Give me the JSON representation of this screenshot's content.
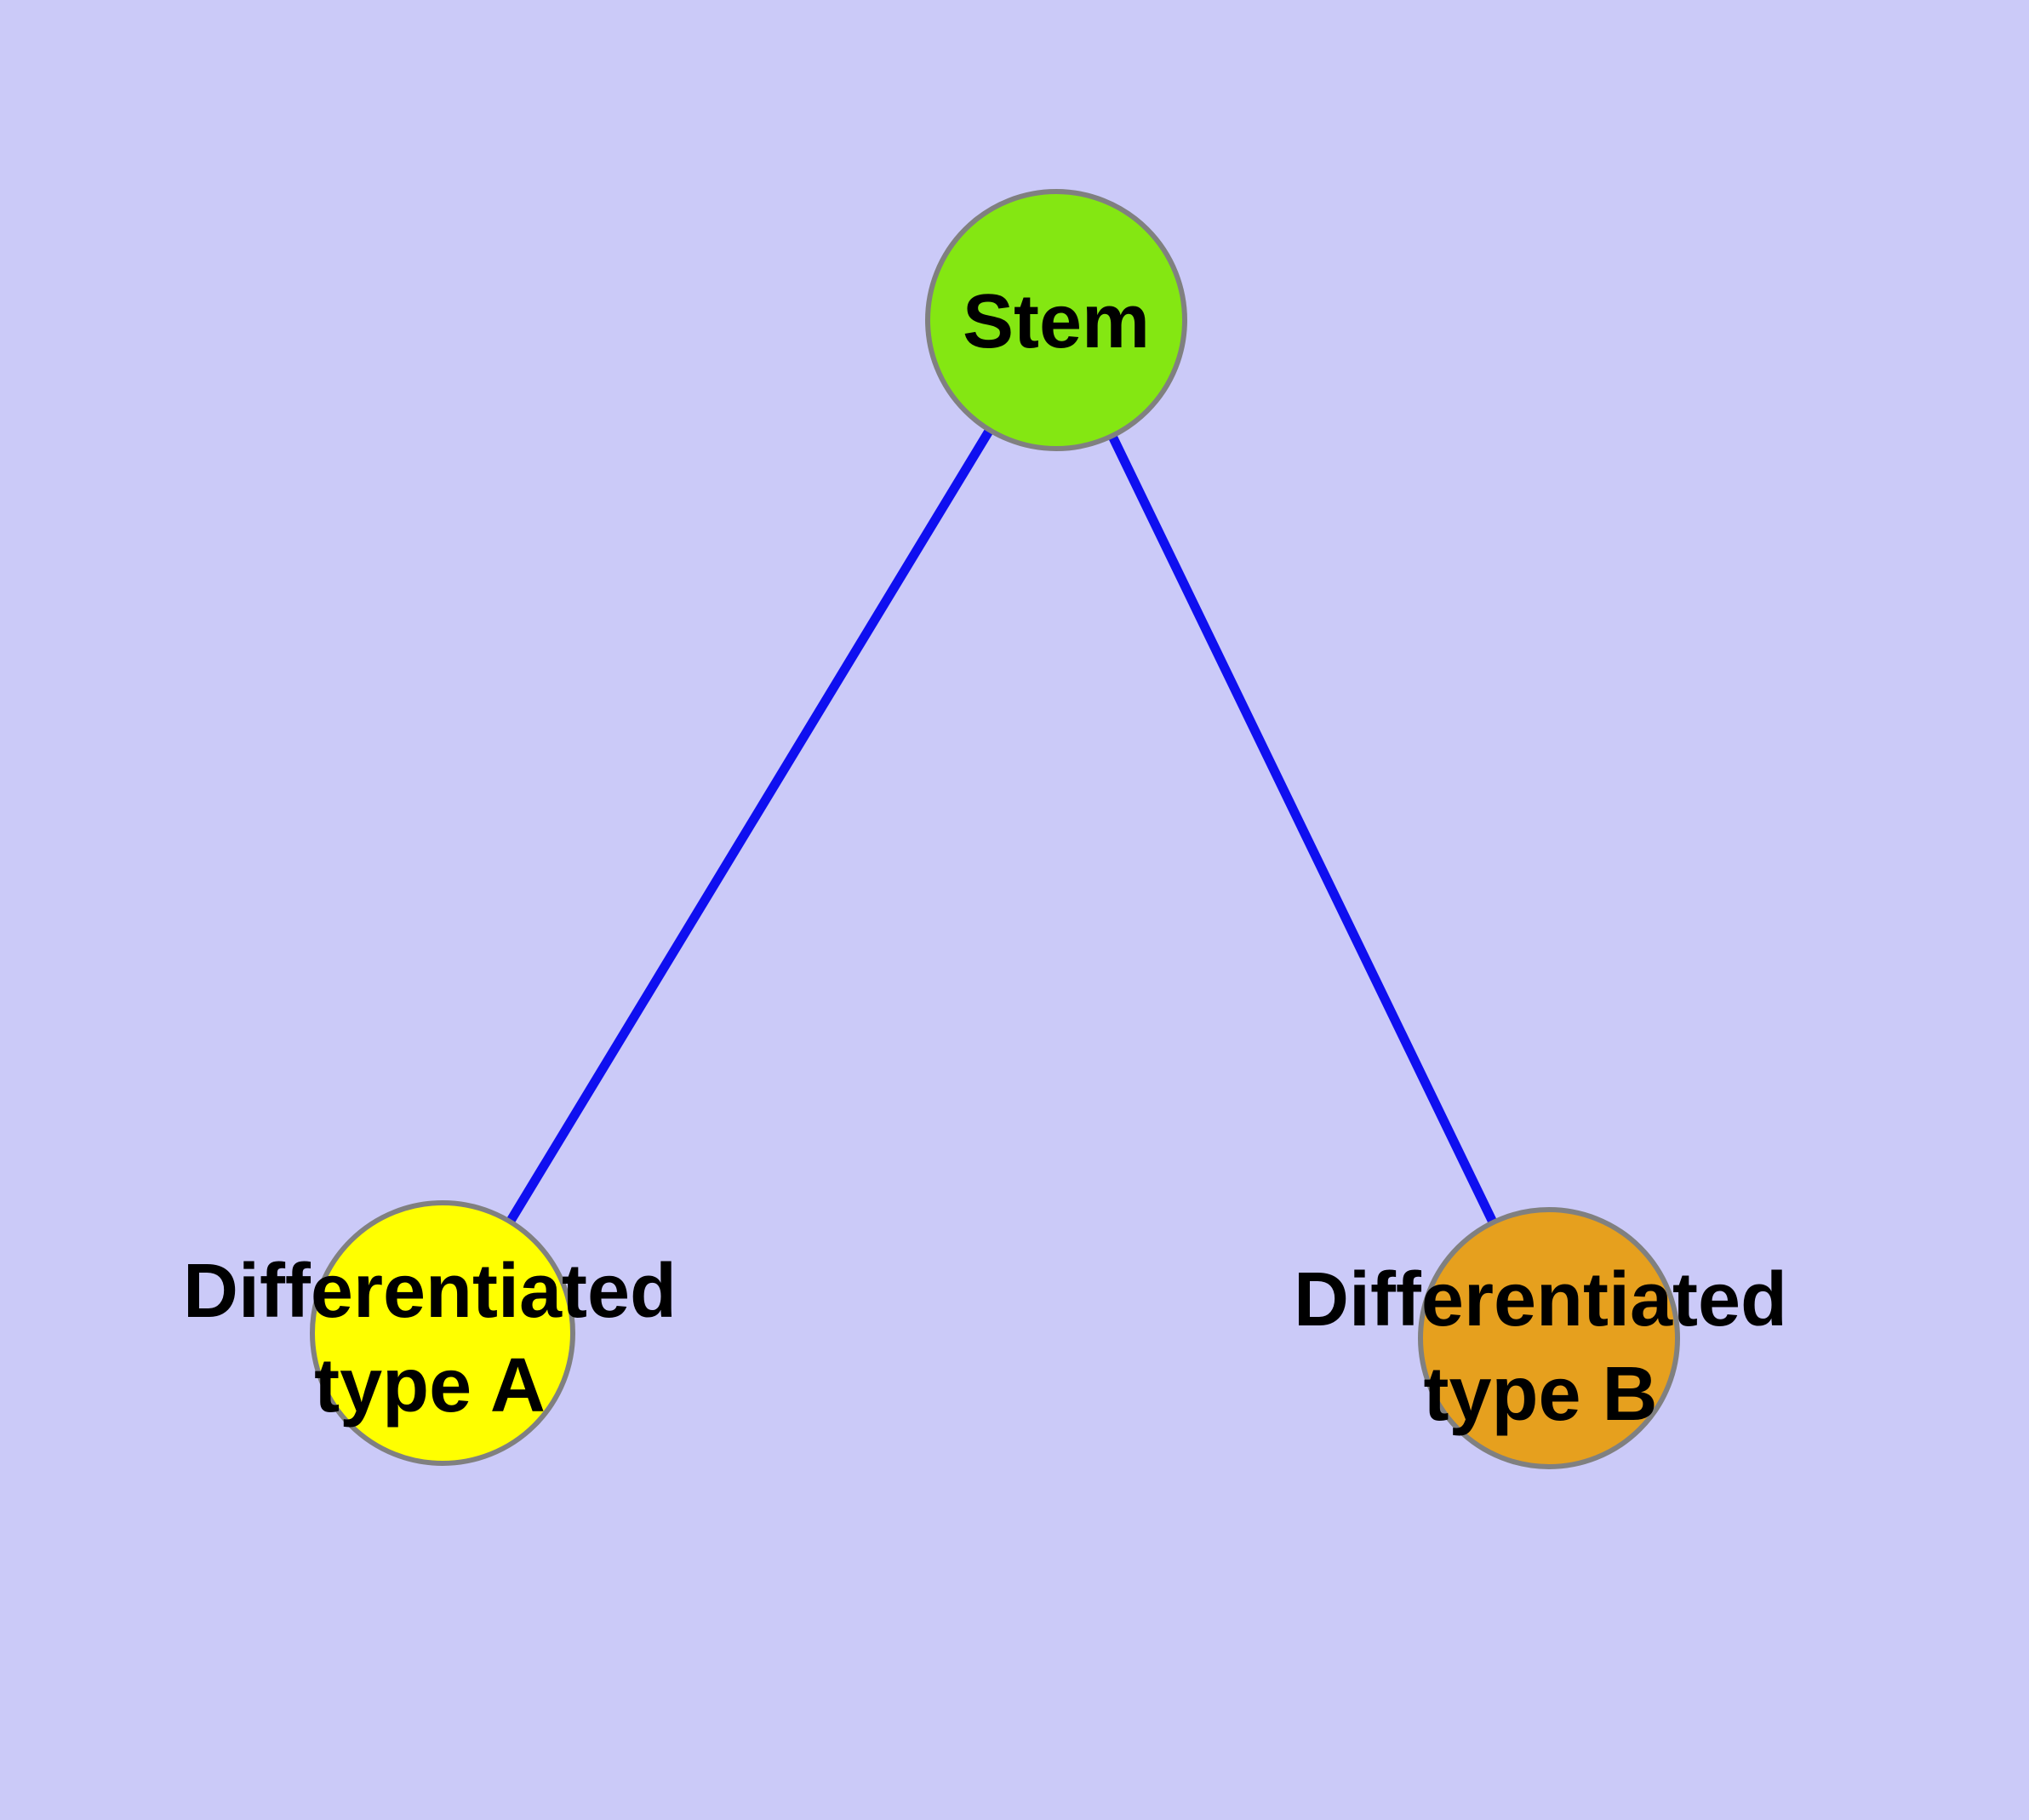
{
  "diagram": {
    "background_color": "#cbcaf8",
    "edge_color": "#0f0ff0",
    "node_border_color": "#808080",
    "label_color": "#000000",
    "nodes": [
      {
        "id": "stem",
        "label_lines": [
          "Stem"
        ],
        "fill": "#84e712"
      },
      {
        "id": "differentiated-type-a",
        "label_lines": [
          "Differentiated",
          "type A"
        ],
        "fill": "#ffff00"
      },
      {
        "id": "differentiated-type-b",
        "label_lines": [
          "Differentiated",
          "type B"
        ],
        "fill": "#e6a01e"
      }
    ],
    "edges": [
      {
        "from": "stem",
        "to": "differentiated-type-a"
      },
      {
        "from": "stem",
        "to": "differentiated-type-b"
      }
    ]
  }
}
